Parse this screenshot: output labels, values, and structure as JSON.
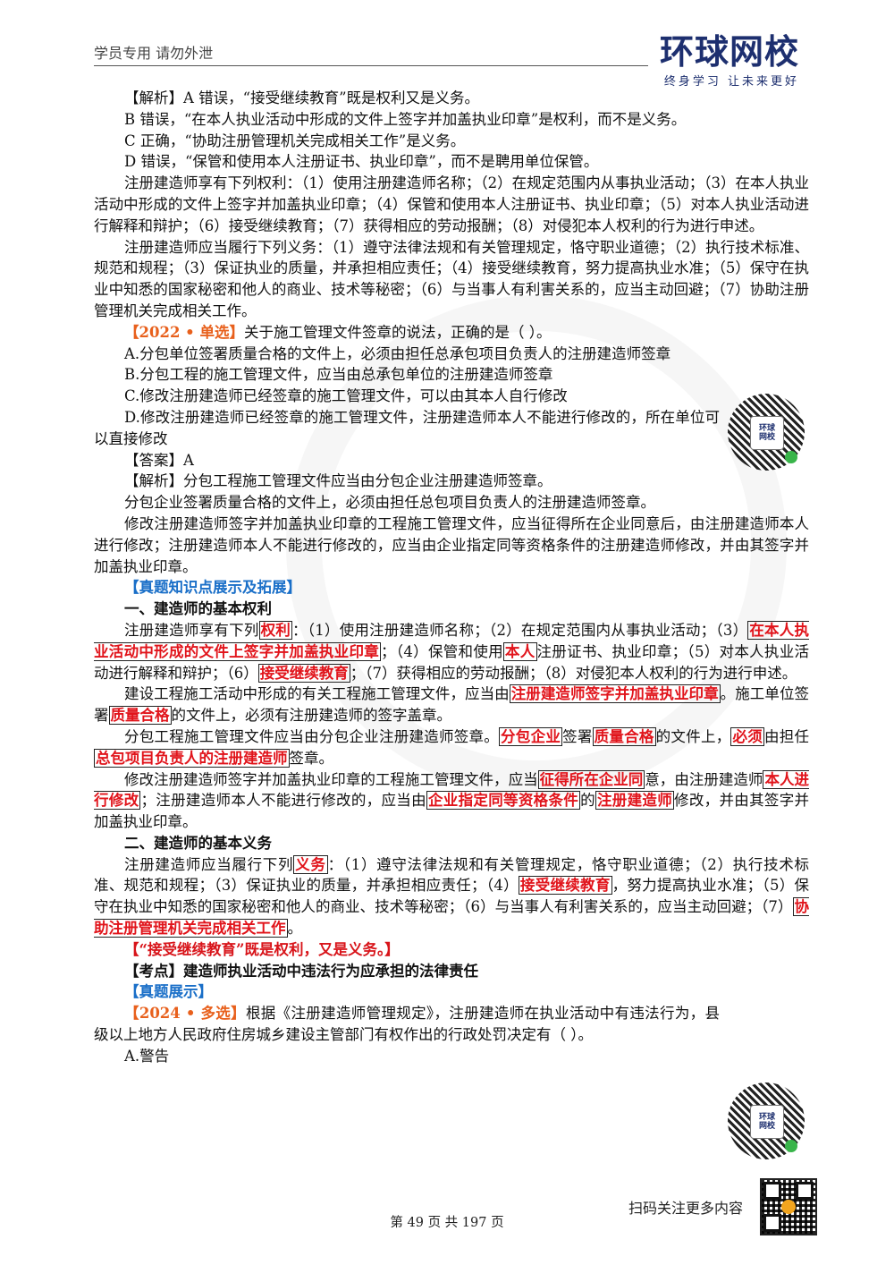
{
  "header": {
    "left_text": "学员专用 请勿外泄",
    "logo_main": "环球网校",
    "logo_sub": "终身学习 让未来更好"
  },
  "qr_badge_text": "环球\n网校",
  "footer": {
    "scan_text": "扫码关注更多内容",
    "page_text": "第 49 页 共 197 页"
  },
  "content": {
    "p1": "【解析】A 错误，“接受继续教育”既是权利又是义务。",
    "p2": "B 错误，“在本人执业活动中形成的文件上签字并加盖执业印章”是权利，而不是义务。",
    "p3": "C 正确，“协助注册管理机关完成相关工作”是义务。",
    "p4": "D 错误，“保管和使用本人注册证书、执业印章”，而不是聘用单位保管。",
    "p5": "注册建造师享有下列权利：（1）使用注册建造师名称；（2）在规定范围内从事执业活动；（3）在本人执业活动中形成的文件上签字并加盖执业印章；（4）保管和使用本人注册证书、执业印章；（5）对本人执业活动进行解释和辩护；（6）接受继续教育；（7）获得相应的劳动报酬；（8）对侵犯本人权利的行为进行申述。",
    "p6": "注册建造师应当履行下列义务：（1）遵守法律法规和有关管理规定，恪守职业道德；（2）执行技术标准、规范和规程；（3）保证执业的质量，并承担相应责任；（4）接受继续教育，努力提高执业水准；（5）保守在执业中知悉的国家秘密和他人的商业、技术等秘密；（6）与当事人有利害关系的，应当主动回避；（7）协助注册管理机关完成相关工作。",
    "q1_tag": "【2022 • 单选】",
    "q1_text": "关于施工管理文件签章的说法，正确的是（  ）。",
    "q1_a": "A.分包单位签署质量合格的文件上，必须由担任总承包项目负责人的注册建造师签章",
    "q1_b": "B.分包工程的施工管理文件，应当由总承包单位的注册建造师签章",
    "q1_c": "C.修改注册建造师已经签章的施工管理文件，可以由其本人自行修改",
    "q1_d": "D.修改注册建造师已经签章的施工管理文件，注册建造师本人不能进行修改的，所在单位可以直接修改",
    "answer": "【答案】A",
    "exp1": "【解析】分包工程施工管理文件应当由分包企业注册建造师签章。",
    "exp2": "分包企业签署质量合格的文件上，必须由担任总包项目负责人的注册建造师签章。",
    "exp3": "修改注册建造师签字并加盖执业印章的工程施工管理文件，应当征得所在企业同意后，由注册建造师本人进行修改；注册建造师本人不能进行修改的，应当由企业指定同等资格条件的注册建造师修改，并由其签字并加盖执业印章。",
    "kp_heading": "【真题知识点展示及拓展】",
    "h1": "一、建造师的基本权利",
    "r_pre": "注册建造师享有下列",
    "r_box1": "权利",
    "r_mid1": "：（1）使用注册建造师名称；（2）在规定范围内从事执业活动；（3）",
    "r_box2": "在本人执业活动中形成的文件上签字并加盖执业印章",
    "r_mid2": "；（4）保管和使用",
    "r_box3": "本人",
    "r_mid3": "注册证书、执业印章；（5）对本人执业活动进行解释和辩护；（6）",
    "r_box4": "接受继续教育",
    "r_end": "；（7）获得相应的劳动报酬；（8）对侵犯本人权利的行为进行申述。",
    "s1_pre": "建设工程施工活动中形成的有关工程施工管理文件，应当由",
    "s1_box1": "注册建造师签字并加盖执业印章",
    "s1_mid": "。施工单位签署",
    "s1_box2": "质量合格",
    "s1_end": "的文件上，必须有注册建造师的签字盖章。",
    "s2_pre": "分包工程施工管理文件应当由分包企业注册建造师签章。",
    "s2_box1": "分包企业",
    "s2_mid1": "签署",
    "s2_box2": "质量合格",
    "s2_mid2": "的文件上，",
    "s2_box3": "必须",
    "s2_mid3": "由担任",
    "s2_box4": "总包项目负责人的注册建造师",
    "s2_end": "签章。",
    "s3_pre": "修改注册建造师签字并加盖执业印章的工程施工管理文件，应当",
    "s3_box1": "征得所在企业同",
    "s3_mid1": "意，由注册建造师",
    "s3_box2": "本人进行修改",
    "s3_mid2": "；注册建造师本人不能进行修改的，应当由",
    "s3_box3": "企业指定同等资格条件",
    "s3_mid3": "的",
    "s3_box4": "注册建造师",
    "s3_end": "修改，并由其签字并加盖执业印章。",
    "h2": "二、建造师的基本义务",
    "d_pre": "注册建造师应当履行下列",
    "d_box1": "义务",
    "d_mid1": "：（1）遵守法律法规和有关管理规定，恪守职业道德；（2）执行技术标准、规范和规程；（3）保证执业的质量，并承担相应责任；（4）",
    "d_box2": "接受继续教育",
    "d_mid2": "，努力提高执业水准；（5）保守在执业中知悉的国家秘密和他人的商业、技术等秘密；（6）与当事人有利害关系的，应当主动回避；（7）",
    "d_box3": "协助注册管理机关完成相关工作",
    "d_end": "。",
    "note": "【“接受继续教育”既是权利，又是义务。】",
    "kaodian_tag": "【考点】",
    "kaodian_text": "建造师执业活动中违法行为应承担的法律责任",
    "zhenti": "【真题展示】",
    "q2_tag": "【2024 • 多选】",
    "q2_text": "根据《注册建造师管理规定》，注册建造师在执业活动中有违法行为，县级以上地方人民政府住房城乡建设主管部门有权作出的行政处罚决定有（  ）。",
    "q2_a": "A.警告"
  }
}
